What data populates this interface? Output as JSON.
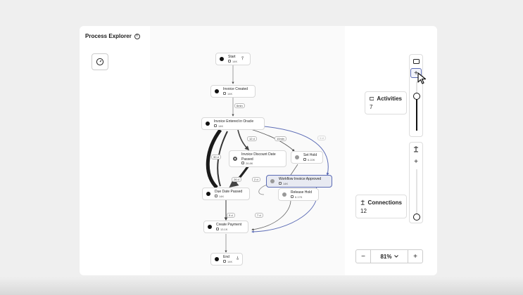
{
  "header": {
    "title": "Process Explorer"
  },
  "nodes": {
    "start": {
      "label": "Start",
      "count": "14K"
    },
    "invoice_created": {
      "label": "Invoice Created",
      "count": "14K"
    },
    "invoice_entered": {
      "label": "Invoice Entered in Oracle",
      "count": "14K"
    },
    "discount_passed": {
      "label_line1": "Invoice Discount Date",
      "label_line2": "Passed",
      "count": "26.8K"
    },
    "set_hold": {
      "label": "Set Hold",
      "count": "6.22K"
    },
    "workflow_approved": {
      "label": "Workflow Invoice Approved",
      "count": "14K"
    },
    "release_hold": {
      "label": "Release Hold",
      "count": "6.17K"
    },
    "due_date_passed": {
      "label": "Due Date Passed",
      "count": "14K"
    },
    "create_payment": {
      "label": "Create Payment",
      "count": "13.1K"
    },
    "end": {
      "label": "End",
      "count": "14K"
    }
  },
  "edges": {
    "e_created_entered": "6min",
    "e_entered_discount": "12 d",
    "e_entered_sethold": "10min",
    "e_entered_workflow_faint": "1 d",
    "e_entered_duedate": "30 d",
    "e_discount_duedate": "26 d",
    "e_sethold_release": "2 d",
    "e_duedate_payment": "9 d",
    "e_release_payment": "7 d"
  },
  "activities": {
    "label": "Activities",
    "value": "7"
  },
  "connections": {
    "label": "Connections",
    "value": "12"
  },
  "zoom": {
    "value": "81%",
    "minus": "−",
    "plus": "+"
  },
  "sliders": {
    "plus": "+",
    "activities_level": 0.7,
    "connections_level": 0.0
  },
  "icons": [
    "info-icon",
    "speedometer-icon",
    "activity-box-icon",
    "connection-icon",
    "chevron-down-icon",
    "pin-icon",
    "cursor-icon"
  ]
}
